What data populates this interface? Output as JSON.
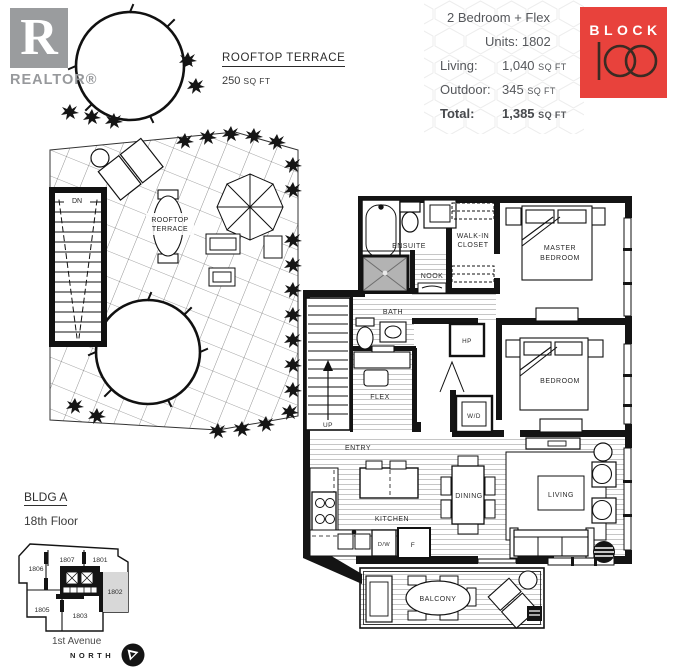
{
  "header": {
    "unit_type": "2 Bedroom + Flex",
    "units_line": "Units: 1802",
    "living_label": "Living:",
    "living_value": "1,040",
    "outdoor_label": "Outdoor:",
    "outdoor_value": "345",
    "total_label": "Total:",
    "total_value": "1,385",
    "sqft_unit": "SQ FT"
  },
  "brand": {
    "name": "BLOCK",
    "color": "#e8423c"
  },
  "realtor": {
    "letter": "R",
    "label": "REALTOR®"
  },
  "rooftop_header": {
    "title": "ROOFTOP TERRACE",
    "area_value": "250",
    "area_unit": "SQ FT"
  },
  "terrace": {
    "label_line1": "ROOFTOP",
    "label_line2": "TERRACE",
    "stairs_label": "DN"
  },
  "rooms": {
    "ensuite": "ENSUITE",
    "walkin_line1": "WALK-IN",
    "walkin_line2": "CLOSET",
    "master_line1": "MASTER",
    "master_line2": "BEDROOM",
    "nook": "NOOK",
    "bath": "BATH",
    "hp": "HP",
    "bedroom": "BEDROOM",
    "flex": "FLEX",
    "wd": "W/D",
    "up": "UP",
    "entry": "ENTRY",
    "kitchen": "KITCHEN",
    "dining": "DINING",
    "living": "LIVING",
    "dw": "D/W",
    "fridge": "F",
    "balcony": "BALCONY"
  },
  "keyplan": {
    "building": "BLDG A",
    "floor": "18th Floor",
    "street": "1st Avenue",
    "north_label": "NORTH",
    "unit_1806": "1806",
    "unit_1807": "1807",
    "unit_1801": "1801",
    "unit_1805": "1805",
    "unit_1803": "1803",
    "unit_1802": "1802",
    "highlighted_unit": "1802"
  }
}
